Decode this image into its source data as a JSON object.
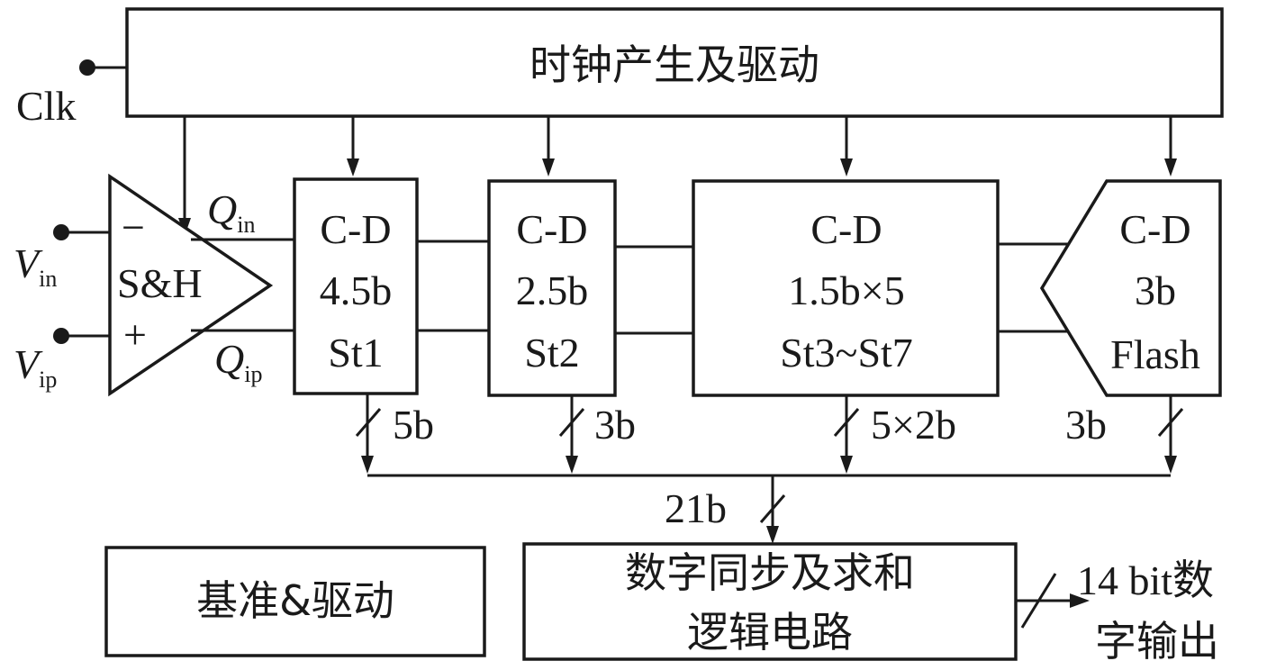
{
  "clock_block": {
    "label": "时钟产生及驱动"
  },
  "clk_input": {
    "label": "Clk"
  },
  "sample_hold": {
    "label": "S&H",
    "minus": "−",
    "plus": "+"
  },
  "inputs": {
    "vin": "V",
    "vin_sub": "in",
    "vip": "V",
    "vip_sub": "ip"
  },
  "outputs": {
    "qin": "Q",
    "qin_sub": "in",
    "qip": "Q",
    "qip_sub": "ip"
  },
  "stages": [
    {
      "line1": "C-D",
      "line2": "4.5b",
      "line3": "St1",
      "bus_width": "5b"
    },
    {
      "line1": "C-D",
      "line2": "2.5b",
      "line3": "St2",
      "bus_width": "3b"
    },
    {
      "line1": "C-D",
      "line2": "1.5b×5",
      "line3": "St3~St7",
      "bus_width": "5×2b"
    },
    {
      "line1": "C-D",
      "line2": "3b",
      "line3": "Flash",
      "bus_width": "3b"
    }
  ],
  "sum_bus": {
    "width": "21b"
  },
  "reference_block": {
    "label": "基准&驱动"
  },
  "digital_block": {
    "line1": "数字同步及求和",
    "line2": "逻辑电路"
  },
  "output": {
    "line1": "14 bit数",
    "line2": "字输出"
  }
}
